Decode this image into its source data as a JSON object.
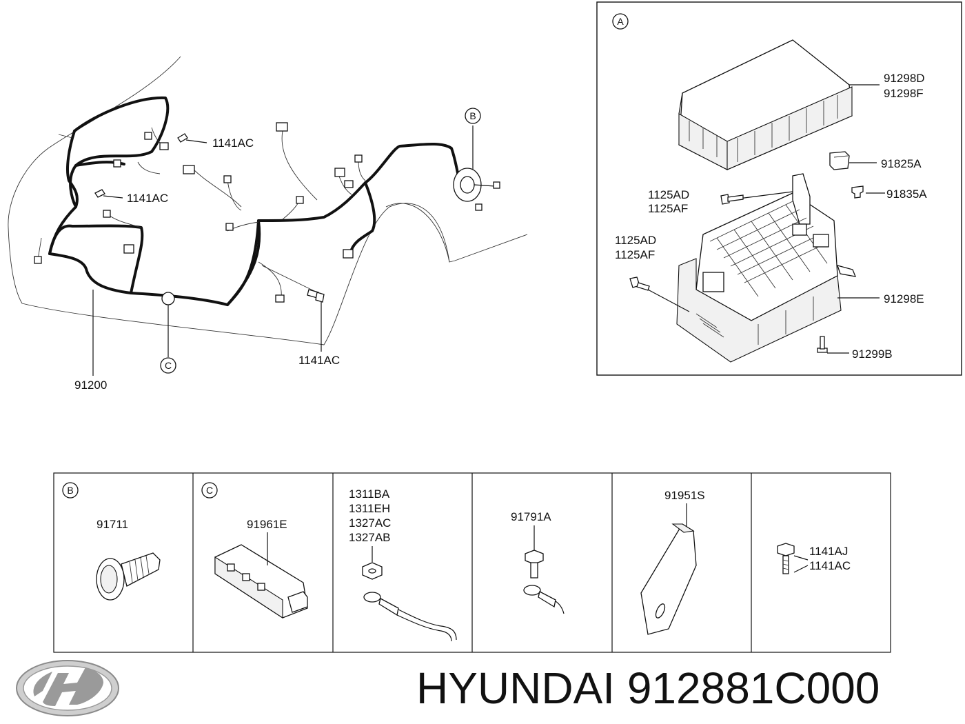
{
  "main_diagram": {
    "labels": {
      "bolt_upper": "1141AC",
      "bolt_middle": "1141AC",
      "bolt_lower": "1141AC",
      "harness": "91200"
    },
    "callouts": {
      "b": "B",
      "c": "C"
    }
  },
  "inset_a": {
    "callout": "A",
    "labels": {
      "cover_1": "91298D",
      "cover_2": "91298F",
      "relay": "91825A",
      "fuse": "91835A",
      "bolt_upper_1": "1125AD",
      "bolt_upper_2": "1125AF",
      "bolt_lower_1": "1125AD",
      "bolt_lower_2": "1125AF",
      "box": "91298E",
      "screw": "91299B"
    }
  },
  "parts_table": {
    "cells": [
      {
        "callout": "B",
        "labels": [
          "91711"
        ]
      },
      {
        "callout": "C",
        "labels": [
          "91961E"
        ]
      },
      {
        "callout": "",
        "labels": [
          "1311BA",
          "1311EH",
          "1327AC",
          "1327AB"
        ]
      },
      {
        "callout": "",
        "labels": [
          "91791A"
        ]
      },
      {
        "callout": "",
        "labels": [
          "91951S"
        ]
      },
      {
        "callout": "",
        "labels": [
          "1141AJ",
          "1141AC"
        ]
      }
    ]
  },
  "footer": {
    "brand": "HYUNDAI",
    "part_number": "912881C000",
    "logo_icon": "hyundai-logo-icon"
  }
}
